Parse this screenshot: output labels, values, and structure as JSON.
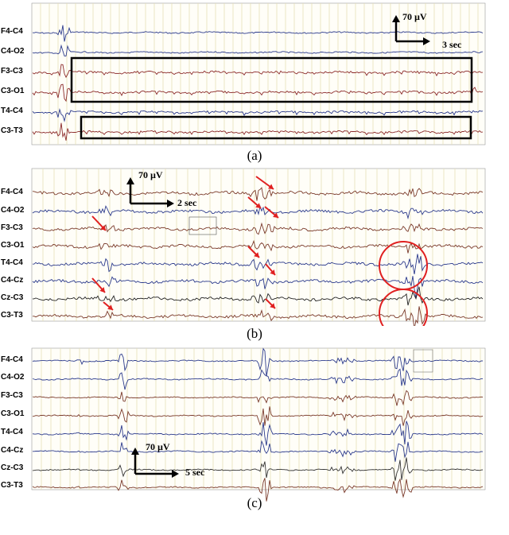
{
  "panels": [
    {
      "id": "a",
      "caption": "(a)",
      "channels": [
        "F4-C4",
        "C4-O2",
        "F3-C3",
        "C3-O1",
        "T4-C4",
        "C3-T3"
      ],
      "channel_colors": [
        "#2b3a8c",
        "#2b3a8c",
        "#8b2a2a",
        "#8b2a2a",
        "#2b3a8c",
        "#8b2a2a"
      ],
      "scale": {
        "amplitude": "70 µV",
        "time": "3 sec"
      }
    },
    {
      "id": "b",
      "caption": "(b)",
      "channels": [
        "F4-C4",
        "C4-O2",
        "F3-C3",
        "C3-O1",
        "T4-C4",
        "C4-Cz",
        "Cz-C3",
        "C3-T3"
      ],
      "channel_colors": [
        "#7a3a2a",
        "#2b3a8c",
        "#7a3a2a",
        "#7a3a2a",
        "#2b3a8c",
        "#2b3a8c",
        "#222222",
        "#7a3a2a"
      ],
      "scale": {
        "amplitude": "70 µV",
        "time": "2 sec"
      }
    },
    {
      "id": "c",
      "caption": "(c)",
      "channels": [
        "F4-C4",
        "C4-O2",
        "F3-C3",
        "C3-O1",
        "T4-C4",
        "C4-Cz",
        "Cz-C3",
        "C3-T3"
      ],
      "channel_colors": [
        "#2b3a8c",
        "#2b3a8c",
        "#7a3a2a",
        "#7a3a2a",
        "#2b3a8c",
        "#2b3a8c",
        "#333333",
        "#7a3a2a"
      ],
      "scale": {
        "amplitude": "70 µV",
        "time": "5 sec"
      }
    }
  ],
  "colors": {
    "annotation_box": "#000000",
    "arrow": "#e02020",
    "circle": "#e02020",
    "grid": "#e6e0b8"
  }
}
